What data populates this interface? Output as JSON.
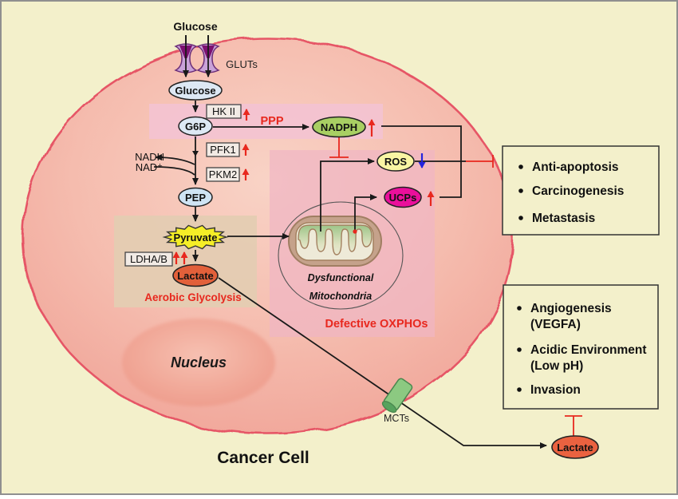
{
  "title": {
    "cell": "Cancer Cell",
    "nucleus": "Nucleus"
  },
  "pathway": {
    "glucose_ext": "Glucose",
    "glucose_in": "Glucose",
    "g6p": "G6P",
    "pep": "PEP",
    "pyruvate": "Pyruvate",
    "lactate_in": "Lactate",
    "lactate_out": "Lactate",
    "nadph": "NADPH",
    "ros": "ROS",
    "ucps": "UCPs",
    "nadh": "NADH",
    "nad": "NAD⁺",
    "ppp": "PPP"
  },
  "transporters": {
    "gluts": "GLUTs",
    "mcts": "MCTs"
  },
  "enzymes": {
    "hk2": "HK II",
    "pfk1": "PFK1",
    "pkm2": "PKM2",
    "ldhab": "LDHA/B"
  },
  "regions": {
    "aerobic_glycolysis": "Aerobic Glycolysis",
    "dysfunctional_line1": "Dysfunctional",
    "dysfunctional_line2": "Mitochondria",
    "defective_oxphos": "Defective OXPHOs"
  },
  "effects_box1": {
    "items": [
      "Anti-apoptosis",
      "Carcinogenesis",
      "Metastasis"
    ]
  },
  "effects_box2": {
    "lines": [
      "Angiogenesis",
      "(VEGFA)",
      "Acidic Environment",
      "(Low pH)",
      "Invasion"
    ]
  },
  "colors": {
    "background": "#f3f0cb",
    "cell_fill": "#f5bcae",
    "membrane": "#e65666",
    "upregulated_arrow": "#e8281e",
    "downregulated_arrow": "#2323dd",
    "inhibition": "#e8281e",
    "nadph_fill": "#a8cf63",
    "ros_fill": "#f9f5a3",
    "ucps_fill": "#ea0f9b",
    "pyruvate_fill": "#f5ee27",
    "lactate_fill": "#e2603a",
    "glut_fill": "#c9a2d8",
    "mcts_fill": "#8cc981"
  }
}
